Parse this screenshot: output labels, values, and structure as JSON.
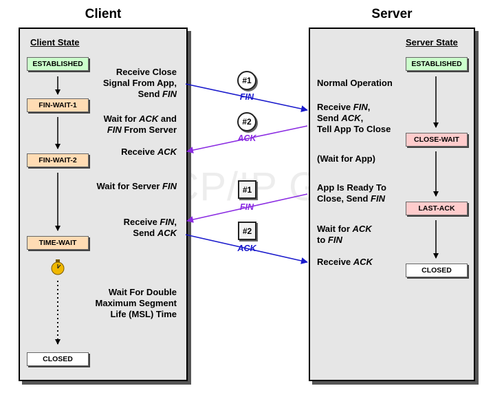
{
  "headings": {
    "client": "Client",
    "server": "Server"
  },
  "client": {
    "panel_title": "Client State",
    "states": {
      "established": "ESTABLISHED",
      "fin_wait_1": "FIN-WAIT-1",
      "fin_wait_2": "FIN-WAIT-2",
      "time_wait": "TIME-WAIT",
      "closed": "CLOSED"
    },
    "text": {
      "receive_close_1": "Receive Close",
      "receive_close_2": "Signal From App,",
      "receive_close_3a": "Send ",
      "receive_close_3b": "FIN",
      "wait_ack_1a": "Wait for ",
      "wait_ack_1b": "ACK",
      "wait_ack_1c": " and",
      "wait_ack_2a": "FIN",
      "wait_ack_2b": " From Server",
      "receive_ack_a": "Receive ",
      "receive_ack_b": "ACK",
      "wait_server_fin_a": "Wait for Server ",
      "wait_server_fin_b": "FIN",
      "receive_fin_1a": "Receive ",
      "receive_fin_1b": "FIN",
      "receive_fin_1c": ",",
      "receive_fin_2a": "Send ",
      "receive_fin_2b": "ACK",
      "wait_msl_1": "Wait For Double",
      "wait_msl_2": "Maximum Segment",
      "wait_msl_3": "Life (MSL) Time"
    }
  },
  "server": {
    "panel_title": "Server State",
    "states": {
      "established": "ESTABLISHED",
      "close_wait": "CLOSE-WAIT",
      "last_ack": "LAST-ACK",
      "closed": "CLOSED"
    },
    "text": {
      "normal_op": "Normal Operation",
      "receive_fin_1a": "Receive ",
      "receive_fin_1b": "FIN",
      "receive_fin_1c": ",",
      "receive_fin_2a": "Send ",
      "receive_fin_2b": "ACK",
      "receive_fin_2c": ",",
      "receive_fin_3": "Tell App To Close",
      "wait_app": "(Wait for App)",
      "app_ready_1": "App Is Ready To",
      "app_ready_2a": "Close, Send ",
      "app_ready_2b": "FIN",
      "wait_ack_1a": "Wait for ",
      "wait_ack_1b": "ACK",
      "wait_ack_2a": "to ",
      "wait_ack_2b": "FIN",
      "receive_ack_a": "Receive ",
      "receive_ack_b": "ACK"
    }
  },
  "messages": [
    {
      "badge": "#1",
      "label": "FIN"
    },
    {
      "badge": "#2",
      "label": "ACK"
    },
    {
      "badge": "#1",
      "label": "FIN"
    },
    {
      "badge": "#2",
      "label": "ACK"
    }
  ],
  "watermark": "The TCP/IP Guide",
  "colors": {
    "established_fill": "#ccffcc",
    "wait_fill": "#ffdcb4",
    "server_wait_fill": "#ffcccc",
    "closed_fill": "#ffffff",
    "client_msg": "#1a1acc",
    "server_msg": "#8a2be2",
    "timer": "#f0b800"
  }
}
